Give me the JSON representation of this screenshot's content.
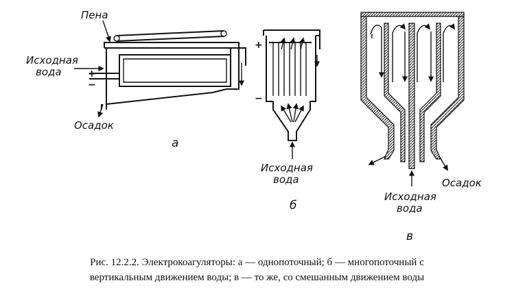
{
  "diagram_a": {
    "label_foam": "Пена",
    "label_source_water": "Исходная\nвода",
    "label_sediment": "Осадок",
    "plus": "+",
    "minus": "−",
    "sub_label": "а"
  },
  "diagram_b": {
    "plus": "+",
    "minus": "−",
    "label_source_water": "Исходная\nвода",
    "sub_label": "б"
  },
  "diagram_c": {
    "label_source_water": "Исходная\nвода",
    "label_sediment": "Осадок",
    "sub_label": "в"
  },
  "caption": {
    "line1": "Рис. 12.2.2. Электрокоагуляторы: а — однопоточный; б — многопоточный с",
    "line2": "вертикальным движением воды; в — то же, со смешанным движением воды"
  }
}
